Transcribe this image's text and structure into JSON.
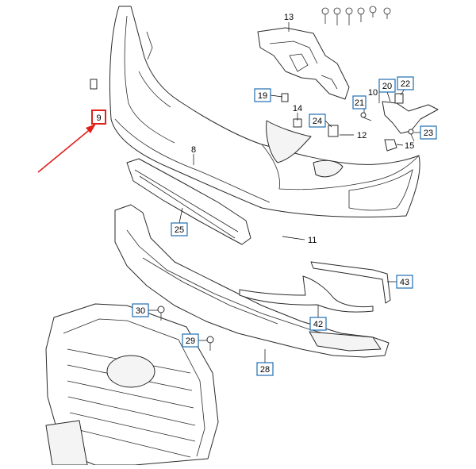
{
  "diagram": {
    "accent_colors": {
      "callout_box": "#1f6fb2",
      "highlight": "#e0201a"
    },
    "highlighted_part": "9",
    "part_labels": {
      "p8": "8",
      "p9": "9",
      "p10": "10",
      "p11": "11",
      "p12": "12",
      "p13": "13",
      "p14": "14",
      "p15": "15",
      "p19": "19",
      "p20": "20",
      "p21": "21",
      "p22": "22",
      "p23": "23",
      "p24": "24",
      "p25": "25",
      "p28": "28",
      "p29": "29",
      "p30": "30",
      "p42": "42",
      "p43": "43"
    }
  }
}
